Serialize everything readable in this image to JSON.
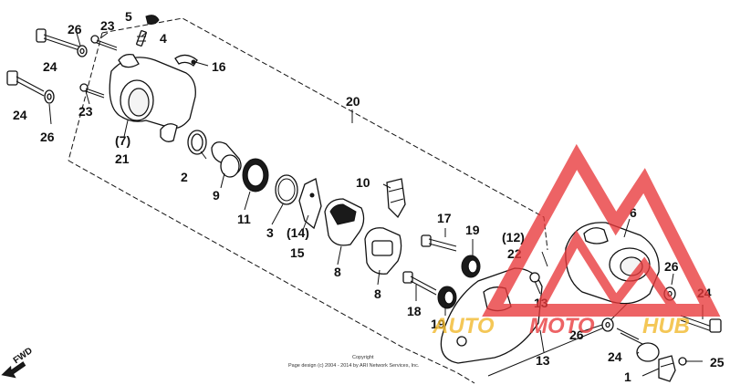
{
  "callouts": {
    "n1": "1",
    "n2": "2",
    "n3": "3",
    "n4": "4",
    "n5": "5",
    "n6": "6",
    "n8a": "8",
    "n8b": "8",
    "n9": "9",
    "n10": "10",
    "n11": "11",
    "n12": "(12)",
    "n13a": "13",
    "n13b": "13",
    "n14": "(14)",
    "n15": "15",
    "n16": "16",
    "n17": "17",
    "n18": "18",
    "n19a": "19",
    "n19b": "19",
    "n20": "20",
    "n21a": "(7)",
    "n21b": "21",
    "n22": "22",
    "n23a": "23",
    "n23b": "23",
    "n24a": "24",
    "n24b": "24",
    "n24c": "24",
    "n24d": "24",
    "n25": "25",
    "n26a": "26",
    "n26b": "26",
    "n26c": "26",
    "n26d": "26"
  },
  "fwd_label": "FWD",
  "copyright": {
    "line1": "Copyright",
    "line2": "Page design (c) 2004 - 2014 by ARI Network Services, Inc."
  },
  "watermark": {
    "text_auto": "AUTO",
    "text_moto": "MOTO",
    "text_hub": "HUB",
    "color_red": "#e8383a",
    "color_gold": "#f2b829"
  }
}
